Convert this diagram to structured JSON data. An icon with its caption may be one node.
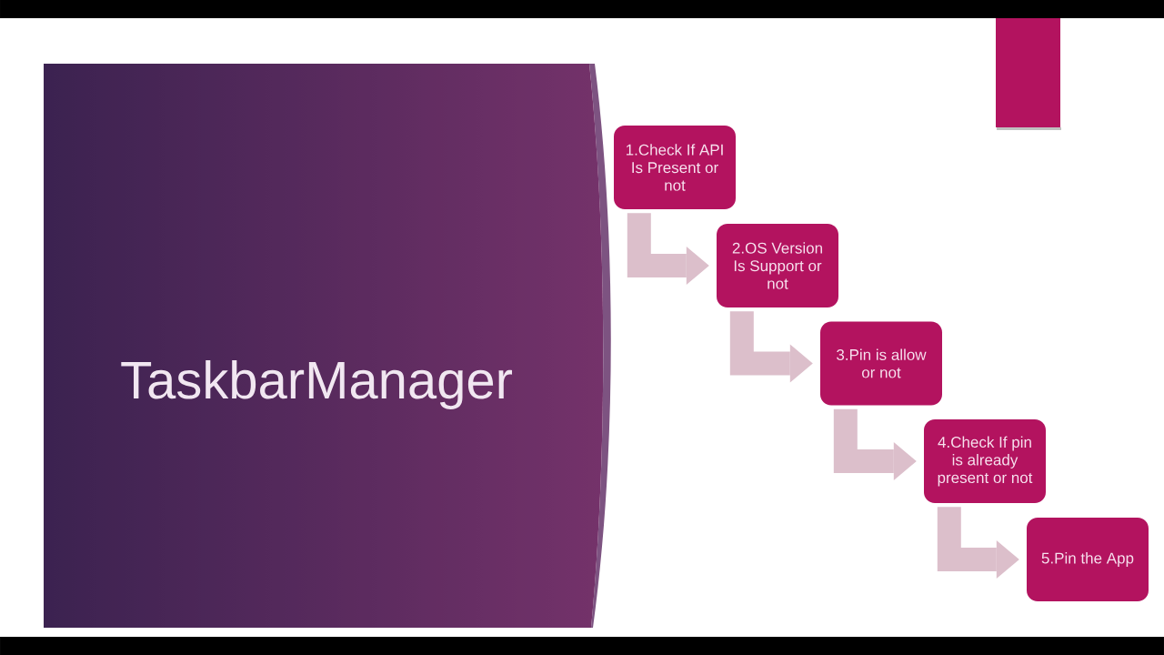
{
  "diagram": {
    "title": "TaskbarManager",
    "nodes": [
      {
        "text": [
          "1.Check If API Is Present or not"
        ]
      },
      {
        "text": [
          "2.OS Version Is Support or not"
        ]
      },
      {
        "text": [
          "3.Pin is allow or not"
        ]
      },
      {
        "text": [
          "4.Check If pin is already present or not"
        ]
      },
      {
        "text": [
          "5.Pin the App"
        ]
      }
    ],
    "edges": [
      {
        "from": 0,
        "to": 1,
        "arrow": "to"
      },
      {
        "from": 1,
        "to": 2,
        "arrow": "to"
      },
      {
        "from": 2,
        "to": 3,
        "arrow": "to"
      },
      {
        "from": 3,
        "to": 4,
        "arrow": "to"
      }
    ]
  }
}
